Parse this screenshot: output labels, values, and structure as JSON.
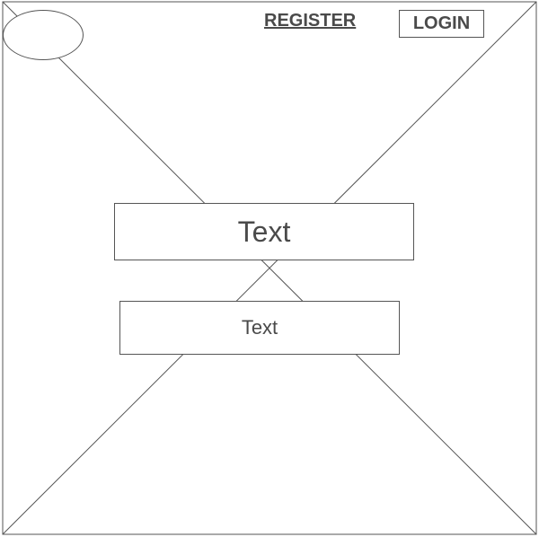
{
  "header": {
    "register_label": "REGISTER",
    "login_label": "LOGIN"
  },
  "content": {
    "primary_text": "Text",
    "secondary_text": "Text"
  },
  "colors": {
    "stroke": "#555555",
    "text": "#4a4a4a",
    "background": "#ffffff"
  }
}
